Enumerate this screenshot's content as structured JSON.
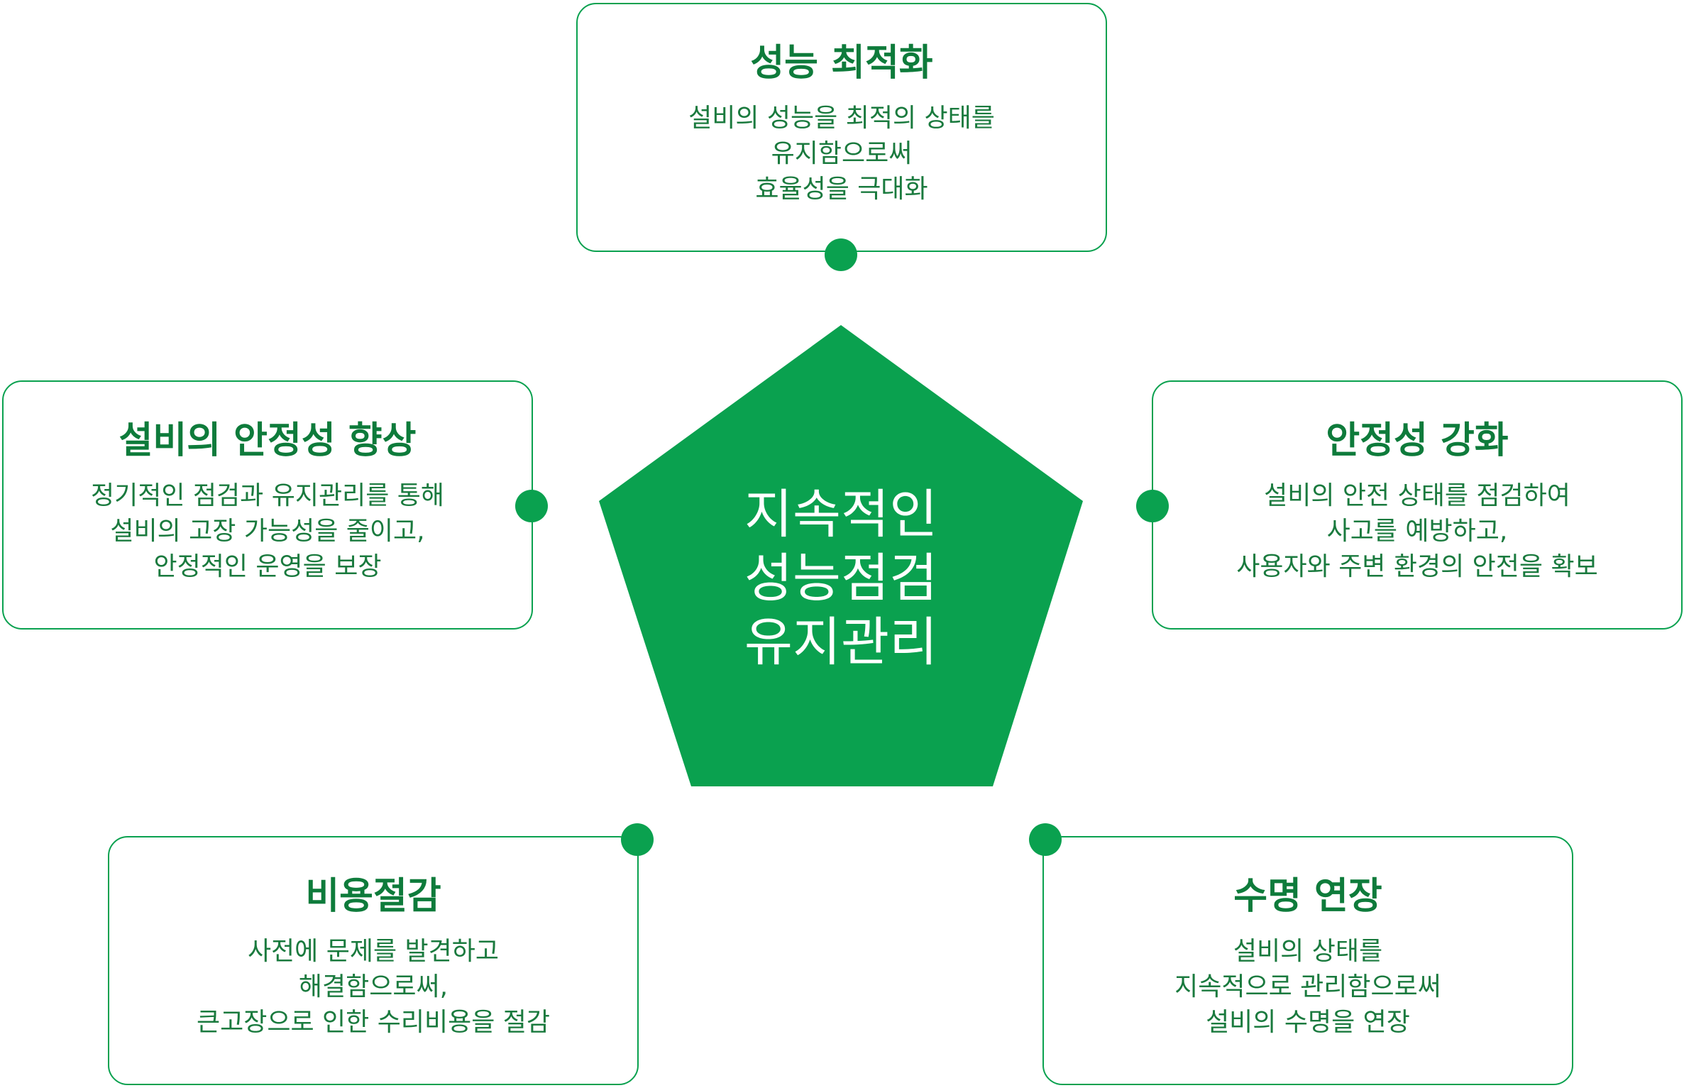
{
  "center": {
    "lines": [
      "지속적인",
      "성능점검",
      "유지관리"
    ]
  },
  "cards": {
    "top": {
      "title": "성능 최적화",
      "lines": [
        "설비의 성능을 최적의 상태를",
        "유지함으로써",
        "효율성을 극대화"
      ]
    },
    "left": {
      "title": "설비의 안정성 향상",
      "lines": [
        "정기적인 점검과 유지관리를 통해",
        "설비의 고장 가능성을 줄이고,",
        "안정적인 운영을 보장"
      ]
    },
    "right": {
      "title": "안정성 강화",
      "lines": [
        "설비의 안전 상태를 점검하여",
        "사고를 예방하고,",
        "사용자와 주변 환경의 안전을 확보"
      ]
    },
    "bottom_left": {
      "title": "비용절감",
      "lines": [
        "사전에 문제를 발견하고",
        "해결함으로써,",
        "큰고장으로 인한 수리비용을 절감"
      ]
    },
    "bottom_right": {
      "title": "수명 연장",
      "lines": [
        "설비의 상태를",
        "지속적으로 관리함으로써",
        "설비의 수명을 연장"
      ]
    }
  },
  "colors": {
    "primary": "#0aa14f",
    "title": "#0e7b3b",
    "text": "#1a7a3e"
  }
}
